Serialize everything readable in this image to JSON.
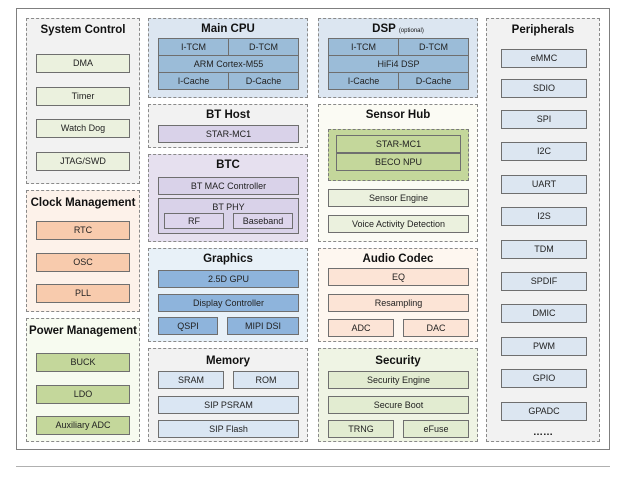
{
  "system_control": {
    "title": "System Control",
    "items": [
      "DMA",
      "Timer",
      "Watch Dog",
      "JTAG/SWD"
    ]
  },
  "clock_management": {
    "title": "Clock Management",
    "items": [
      "RTC",
      "OSC",
      "PLL"
    ]
  },
  "power_management": {
    "title": "Power Management",
    "items": [
      "BUCK",
      "LDO",
      "Auxiliary ADC"
    ]
  },
  "main_cpu": {
    "title": "Main CPU",
    "itcm": "I-TCM",
    "dtcm": "D-TCM",
    "core": "ARM Cortex-M55",
    "icache": "I-Cache",
    "dcache": "D-Cache"
  },
  "dsp": {
    "title": "DSP",
    "subtitle": "(optional)",
    "itcm": "I-TCM",
    "dtcm": "D-TCM",
    "core": "HiFi4 DSP",
    "icache": "I-Cache",
    "dcache": "D-Cache"
  },
  "bt_host": {
    "title": "BT Host",
    "core": "STAR-MC1"
  },
  "sensor_hub": {
    "title": "Sensor Hub",
    "core": "STAR-MC1",
    "npu": "BECO NPU",
    "engine": "Sensor Engine",
    "vad": "Voice Activity Detection"
  },
  "btc": {
    "title": "BTC",
    "mac": "BT MAC Controller",
    "phy": "BT PHY",
    "rf": "RF",
    "baseband": "Baseband"
  },
  "graphics": {
    "title": "Graphics",
    "gpu": "2.5D GPU",
    "display": "Display Controller",
    "qspi": "QSPI",
    "mipi": "MIPI DSI"
  },
  "audio_codec": {
    "title": "Audio Codec",
    "eq": "EQ",
    "resampling": "Resampling",
    "adc": "ADC",
    "dac": "DAC"
  },
  "memory": {
    "title": "Memory",
    "sram": "SRAM",
    "rom": "ROM",
    "psram": "SIP PSRAM",
    "flash": "SIP Flash"
  },
  "security": {
    "title": "Security",
    "engine": "Security Engine",
    "boot": "Secure Boot",
    "trng": "TRNG",
    "efuse": "eFuse"
  },
  "peripherals": {
    "title": "Peripherals",
    "items": [
      "eMMC",
      "SDIO",
      "SPI",
      "I2C",
      "UART",
      "I2S",
      "TDM",
      "SPDIF",
      "DMIC",
      "PWM",
      "GPIO",
      "GPADC",
      "……"
    ]
  }
}
